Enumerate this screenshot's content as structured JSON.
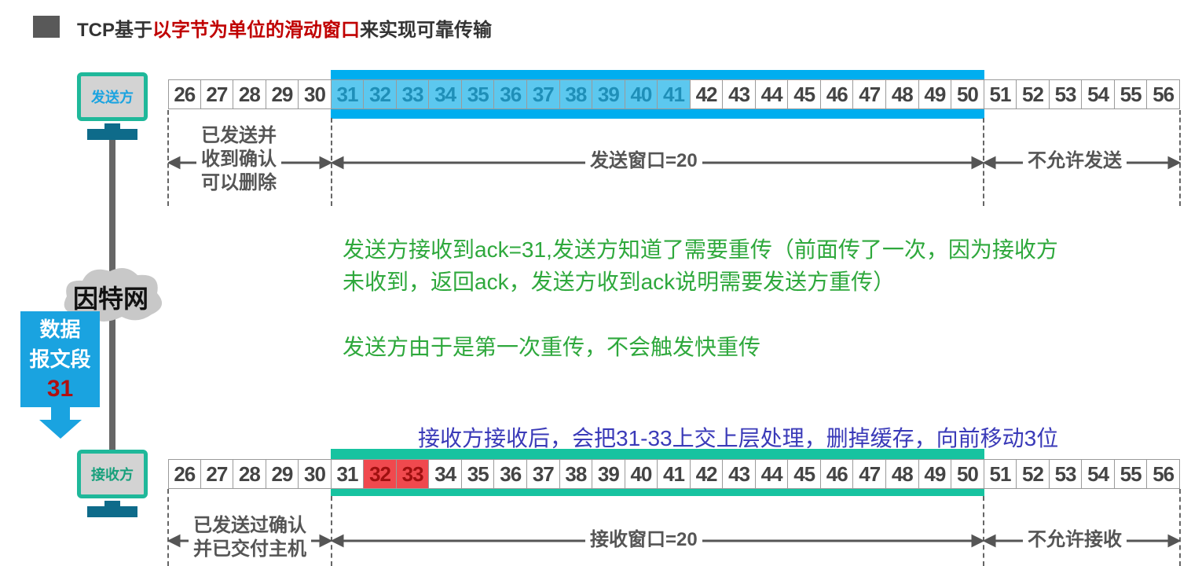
{
  "title": {
    "prefix": "TCP基于",
    "highlight": "以字节为单位的滑动窗口",
    "suffix": "来实现可靠传输"
  },
  "sender": {
    "label": "发送方"
  },
  "receiver": {
    "label": "接收方"
  },
  "internet": {
    "label": "因特网"
  },
  "segment": {
    "line1": "数据",
    "line2": "报文段",
    "number": "31"
  },
  "sequence_numbers": [
    26,
    27,
    28,
    29,
    30,
    31,
    32,
    33,
    34,
    35,
    36,
    37,
    38,
    39,
    40,
    41,
    42,
    43,
    44,
    45,
    46,
    47,
    48,
    49,
    50,
    51,
    52,
    53,
    54,
    55,
    56
  ],
  "send_row": {
    "window_start": 31,
    "window_end": 50,
    "sent_unacked": [
      31,
      32,
      33,
      34,
      35,
      36,
      37,
      38,
      39,
      40,
      41
    ],
    "left_label": [
      "已发送并",
      "收到确认",
      "可以删除"
    ],
    "window_label": "发送窗口=20",
    "right_label": "不允许发送"
  },
  "recv_row": {
    "window_start": 31,
    "window_end": 50,
    "received": [
      32,
      33
    ],
    "left_label": [
      "已发送过确认",
      "并已交付主机"
    ],
    "window_label": "接收窗口=20",
    "right_label": "不允许接收"
  },
  "notes": {
    "green_line1": "发送方接收到ack=31,发送方知道了需要重传（前面传了一次，因为接收方",
    "green_line2": "未收到，返回ack，发送方收到ack说明需要发送方重传）",
    "green_line3": "发送方由于是第一次重传，不会触发快重传",
    "blue_line": "接收方接收后，会把31-33上交上层处理，删掉缓存，向前移动3位"
  },
  "colors": {
    "send_window": "#00aeef",
    "recv_window": "#17c3a0",
    "received": "#f0494e",
    "title_highlight": "#c00000"
  }
}
